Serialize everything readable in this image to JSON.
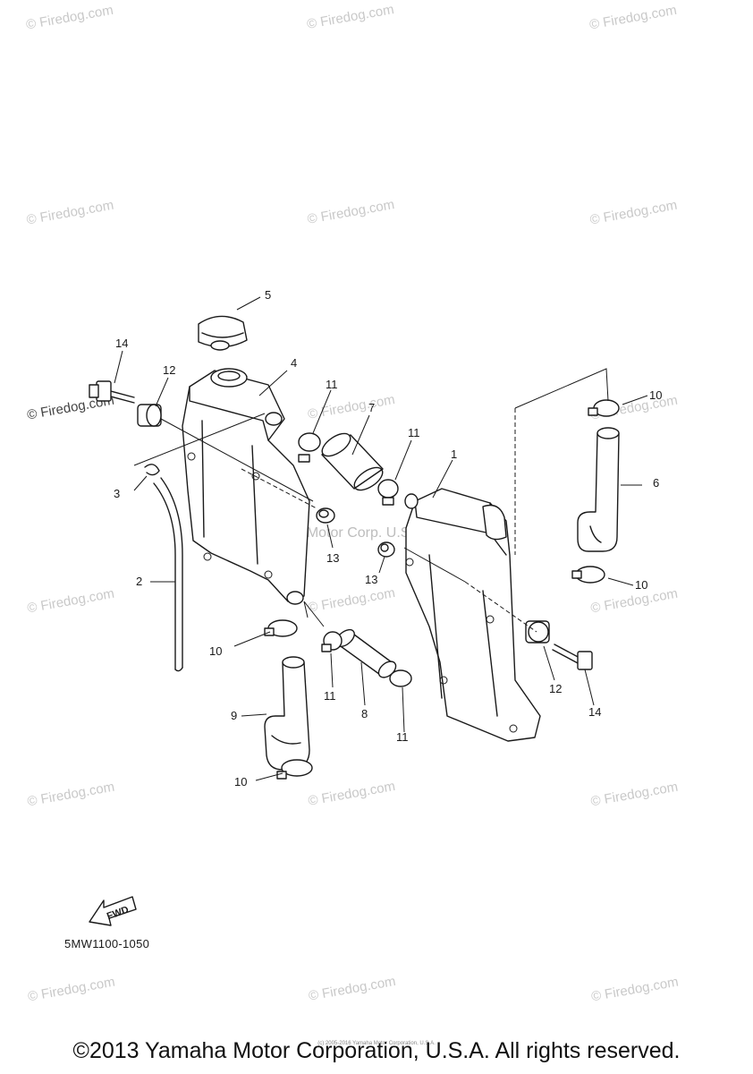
{
  "watermark": "© Firedog.com",
  "center_watermark": "Yamaha Motor Corp. U.S.A.",
  "callouts": [
    "1",
    "2",
    "3",
    "4",
    "5",
    "6",
    "7",
    "8",
    "9",
    "10",
    "11",
    "12",
    "13",
    "14"
  ],
  "fwd_label": "FWD",
  "diagram_code": "5MW1100-1050",
  "tiny_notice": "(c) 2005-2016 Yamaha Motor Corporation, U.S.A.",
  "copyright": "©2013 Yamaha Motor Corporation, U.S.A. All rights reserved."
}
